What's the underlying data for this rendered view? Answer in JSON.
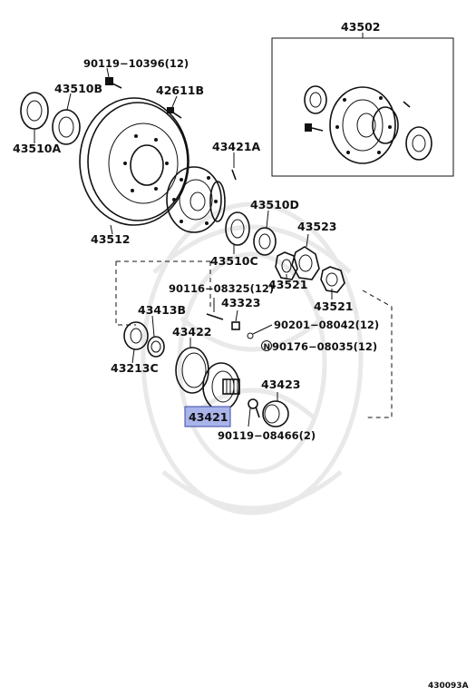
{
  "diagram": {
    "labels": {
      "p43502": "43502",
      "p90119_10396": "90119−10396(12)",
      "p43510B": "43510B",
      "p42611B": "42611B",
      "p43510A": "43510A",
      "p43421A": "43421A",
      "p43510D": "43510D",
      "p43512": "43512",
      "p43523": "43523",
      "p43510C": "43510C",
      "p90116_08325": "90116−08325(12)",
      "p43521a": "43521",
      "p43521b": "43521",
      "p43323": "43323",
      "p43413B": "43413B",
      "p43422": "43422",
      "p90201_08042": "90201−08042(12)",
      "p90176_08035": "90176−08035(12)",
      "p43213C": "43213C",
      "p43423": "43423",
      "p43421": "43421",
      "p90119_08466": "90119−08466(2)",
      "figure_code": "430093A"
    },
    "new_part_marker": "N",
    "highlighted_part": "43421"
  }
}
